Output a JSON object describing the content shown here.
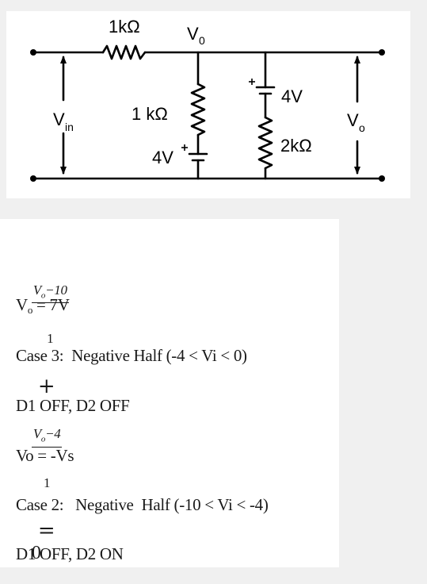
{
  "circuit": {
    "labels": {
      "r_series": "1kΩ",
      "vo_top_main": "V",
      "vo_top_sub": "0",
      "r_shunt": "1 kΩ",
      "v_src1": "4V",
      "v_src2": "4V",
      "r_branch": "2kΩ",
      "vin_main": "V",
      "vin_sub": "in",
      "vo_right_main": "V",
      "vo_right_sub": "o"
    }
  },
  "solution": {
    "equation": {
      "term1_num_v": "V",
      "term1_num_sub": "o",
      "term1_num_rest": "−10",
      "term1_den": "1",
      "plus": "+",
      "term2_num_v": "V",
      "term2_num_sub": "o",
      "term2_num_rest": "−4",
      "term2_den": "1",
      "equals": "=",
      "rhs": "0"
    },
    "result_main": "V",
    "result_sub": "o",
    "result_rest": " = 7V",
    "case3": "Case 3:  Negative Half (-4 < Vi < 0)",
    "case3_state": "D1 OFF, D2 OFF",
    "vo_case3": "Vo = -Vs",
    "case2": "Case 2:   Negative  Half (-10 < Vi < -4)",
    "case2_state": "D1 OFF, D2 ON"
  }
}
